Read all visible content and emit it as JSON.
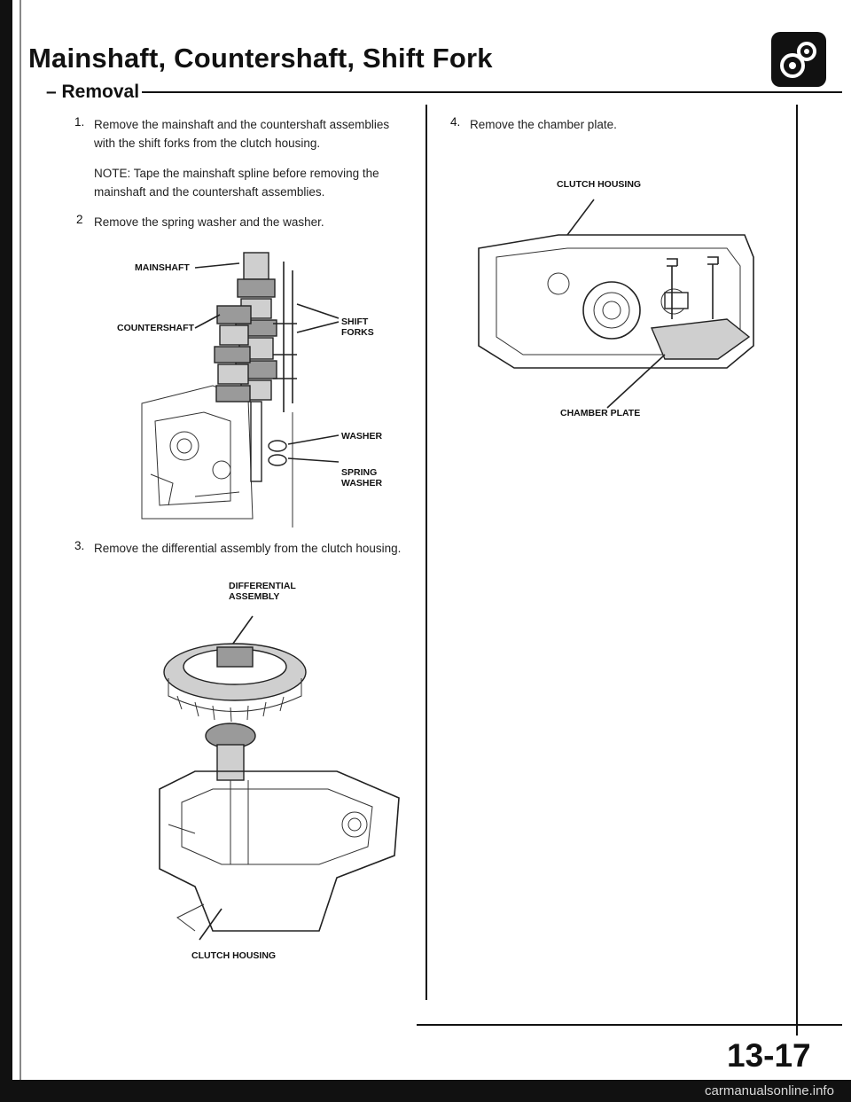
{
  "header": {
    "title": "Mainshaft, Countershaft, Shift Fork",
    "subtitle": "Removal"
  },
  "steps": [
    {
      "num": "1.",
      "text": "Remove the mainshaft and the countershaft assemblies with the shift forks from the clutch housing."
    },
    {
      "num": "",
      "text": "NOTE: Tape the mainshaft spline before removing the mainshaft and the countershaft assemblies."
    },
    {
      "num": "2",
      "text": "Remove the spring washer and the washer."
    },
    {
      "num": "3.",
      "text": "Remove the differential assembly from the clutch housing."
    },
    {
      "num": "4.",
      "text": "Remove the chamber plate."
    }
  ],
  "figures": {
    "shafts": {
      "mainshaft": "MAINSHAFT",
      "countershaft": "COUNTERSHAFT",
      "shift_forks": "SHIFT FORKS",
      "washer": "WASHER",
      "spring_washer": "SPRING WASHER"
    },
    "differential": {
      "assembly": "DIFFERENTIAL ASSEMBLY",
      "housing": "CLUTCH HOUSING"
    },
    "chamber": {
      "housing": "CLUTCH HOUSING",
      "plate": "CHAMBER PLATE"
    }
  },
  "page_number": "13-17",
  "footer": "carmanualsonline.info",
  "icon": "transmission-gear-icon"
}
